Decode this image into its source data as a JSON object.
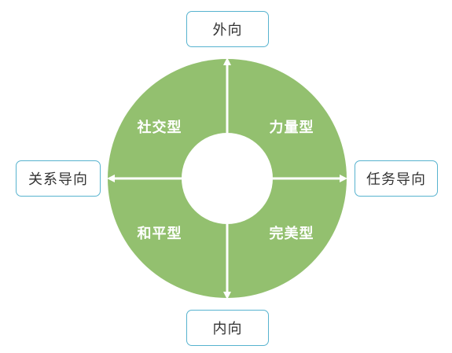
{
  "axes": {
    "top": "外向",
    "bottom": "内向",
    "left": "关系导向",
    "right": "任务导向"
  },
  "quadrants": {
    "top_left": "社交型",
    "top_right": "力量型",
    "bottom_left": "和平型",
    "bottom_right": "完美型"
  },
  "colors": {
    "ring": "#93c06f",
    "arrow": "#ffffff",
    "box_border": "#57b3cf",
    "text": "#333333",
    "quadrant_text": "#ffffff"
  }
}
